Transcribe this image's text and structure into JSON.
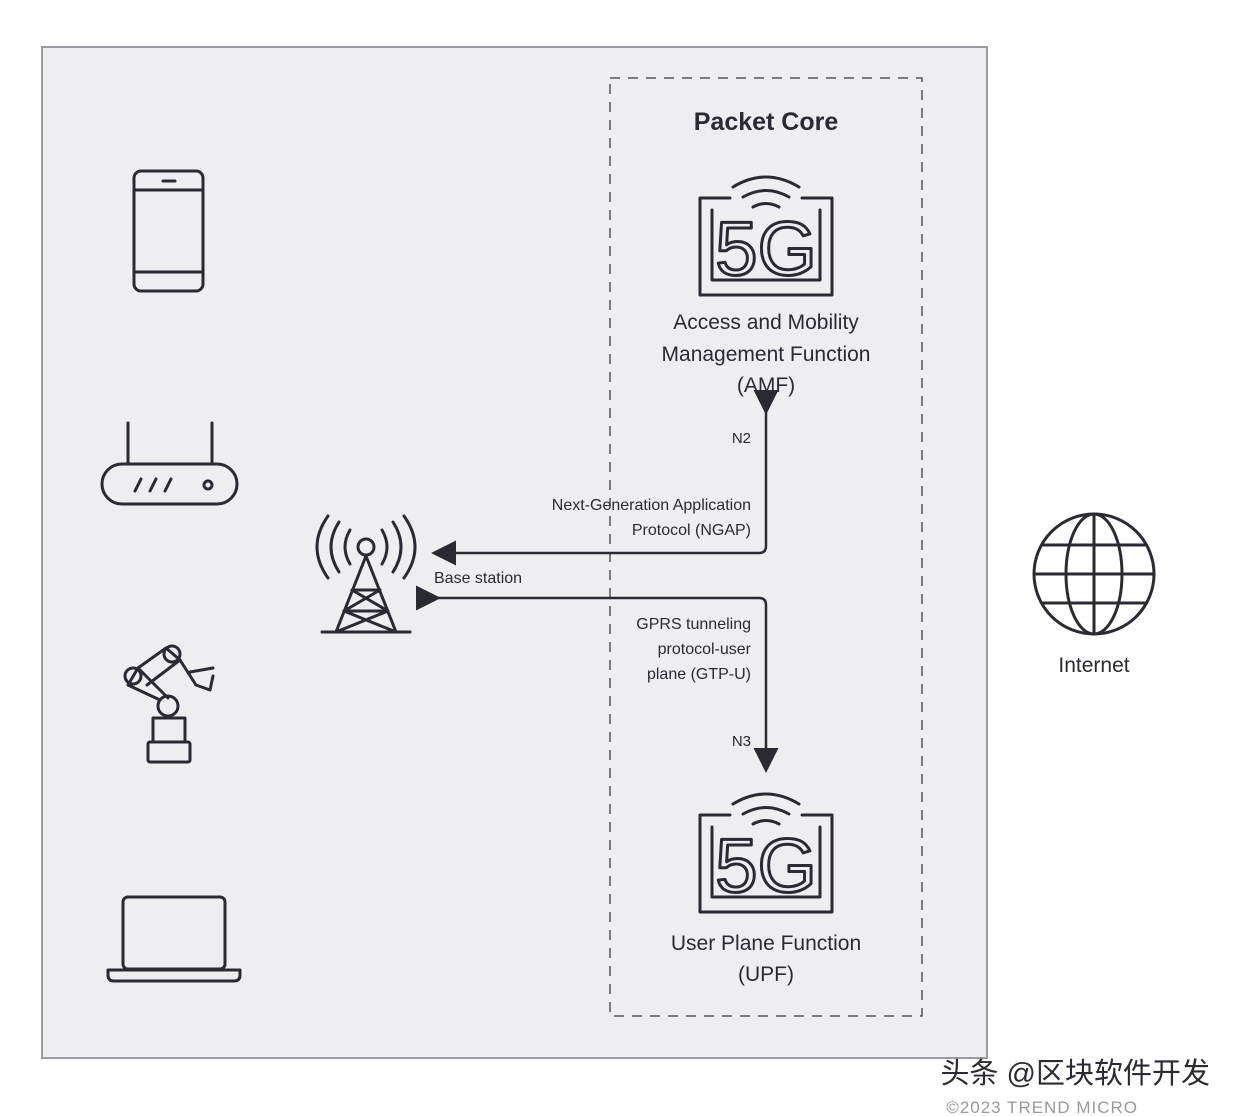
{
  "packet_core": {
    "title": "Packet Core"
  },
  "amf": {
    "line1": "Access and Mobility",
    "line2": "Management Function",
    "line3": "(AMF)",
    "badge": "5G"
  },
  "upf": {
    "line1": "User Plane Function",
    "line2": "(UPF)",
    "badge": "5G"
  },
  "base_station": {
    "label": "Base station"
  },
  "internet": {
    "label": "Internet"
  },
  "n2": {
    "interface": "N2",
    "line1": "Next-Generation Application",
    "line2": "Protocol (NGAP)"
  },
  "n3": {
    "interface": "N3",
    "line1": "GPRS tunneling",
    "line2": "protocol-user",
    "line3": "plane (GTP-U)"
  },
  "watermark": "头条 @区块软件开发",
  "copyright": "©2023 TREND MICRO",
  "devices": [
    "smartphone",
    "router",
    "robotic-arm",
    "laptop"
  ]
}
